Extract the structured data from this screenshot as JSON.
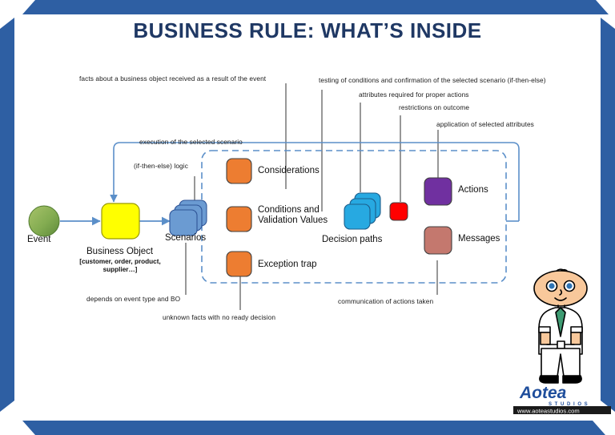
{
  "slide": {
    "title": "BUSINESS RULE: WHAT’S INSIDE",
    "background": "#ffffff",
    "frame_color": "#2E5FA3",
    "title_color": "#1F3864"
  },
  "annotations": [
    {
      "name": "facts-about-business-object",
      "text": "facts about a business object received as a result of the event"
    },
    {
      "name": "testing-of-conditions",
      "text": "testing of conditions and confirmation of the selected scenario (if-then-else)"
    },
    {
      "name": "attributes-required",
      "text": "attributes required for proper actions"
    },
    {
      "name": "restrictions-on-outcome",
      "text": "restrictions on outcome"
    },
    {
      "name": "application-of-attributes",
      "text": "application of selected attributes"
    },
    {
      "name": "execution-of-scenario",
      "text": "execution of the selected scenario"
    },
    {
      "name": "if-then-else-logic",
      "text": "(if-then-else) logic"
    },
    {
      "name": "depends-on-event-type",
      "text": "depends on event type and BO"
    },
    {
      "name": "unknown-facts",
      "text": "unknown facts with no ready decision"
    },
    {
      "name": "communication-of-actions",
      "text": "communication of actions taken"
    }
  ],
  "nodes": {
    "event": {
      "label": "Event",
      "color": "#7FA855"
    },
    "business_object": {
      "label": "Business Object",
      "sub_label": "[customer, order, product, supplier…]",
      "color": "#FFFF00"
    },
    "scenarios": {
      "label": "Scenarios",
      "color": "#6B9BD2"
    },
    "considerations": {
      "label": "Considerations",
      "color": "#ED7D31"
    },
    "conditions": {
      "label": "Conditions and Validation Values",
      "color": "#ED7D31"
    },
    "exception": {
      "label": "Exception trap",
      "color": "#ED7D31"
    },
    "decision_paths": {
      "label": "Decision paths",
      "color": "#27A9E1"
    },
    "restriction": {
      "label": "",
      "color": "#FF0000"
    },
    "actions": {
      "label": "Actions",
      "color": "#7030A0"
    },
    "messages": {
      "label": "Messages",
      "color": "#C4786E"
    }
  },
  "brand": {
    "name": "Aotea",
    "tagline": "S T U D I O S",
    "url": "www.aoteastudios.com",
    "logo_color": "#1F4E9C",
    "url_bar_color": "#1a1a1a"
  }
}
